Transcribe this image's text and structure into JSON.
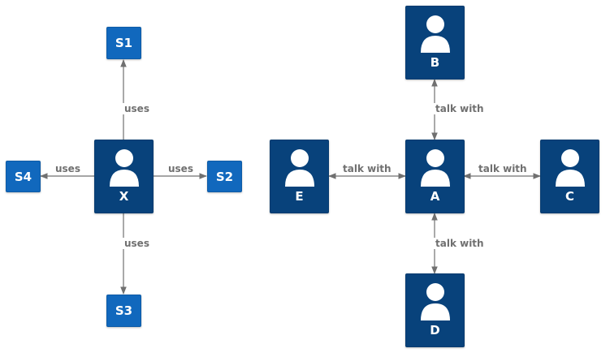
{
  "nodes": {
    "X": "X",
    "A": "A",
    "B": "B",
    "C": "C",
    "D": "D",
    "E": "E",
    "S1": "S1",
    "S2": "S2",
    "S3": "S3",
    "S4": "S4"
  },
  "edges": {
    "x_s1": "uses",
    "x_s2": "uses",
    "x_s3": "uses",
    "x_s4": "uses",
    "a_b": "talk with",
    "a_c": "talk with",
    "a_d": "talk with",
    "a_e": "talk with"
  },
  "colors": {
    "person": "#08427b",
    "system": "#1168bd",
    "line": "#707070"
  },
  "icons": {
    "person_icon": "person-icon"
  }
}
